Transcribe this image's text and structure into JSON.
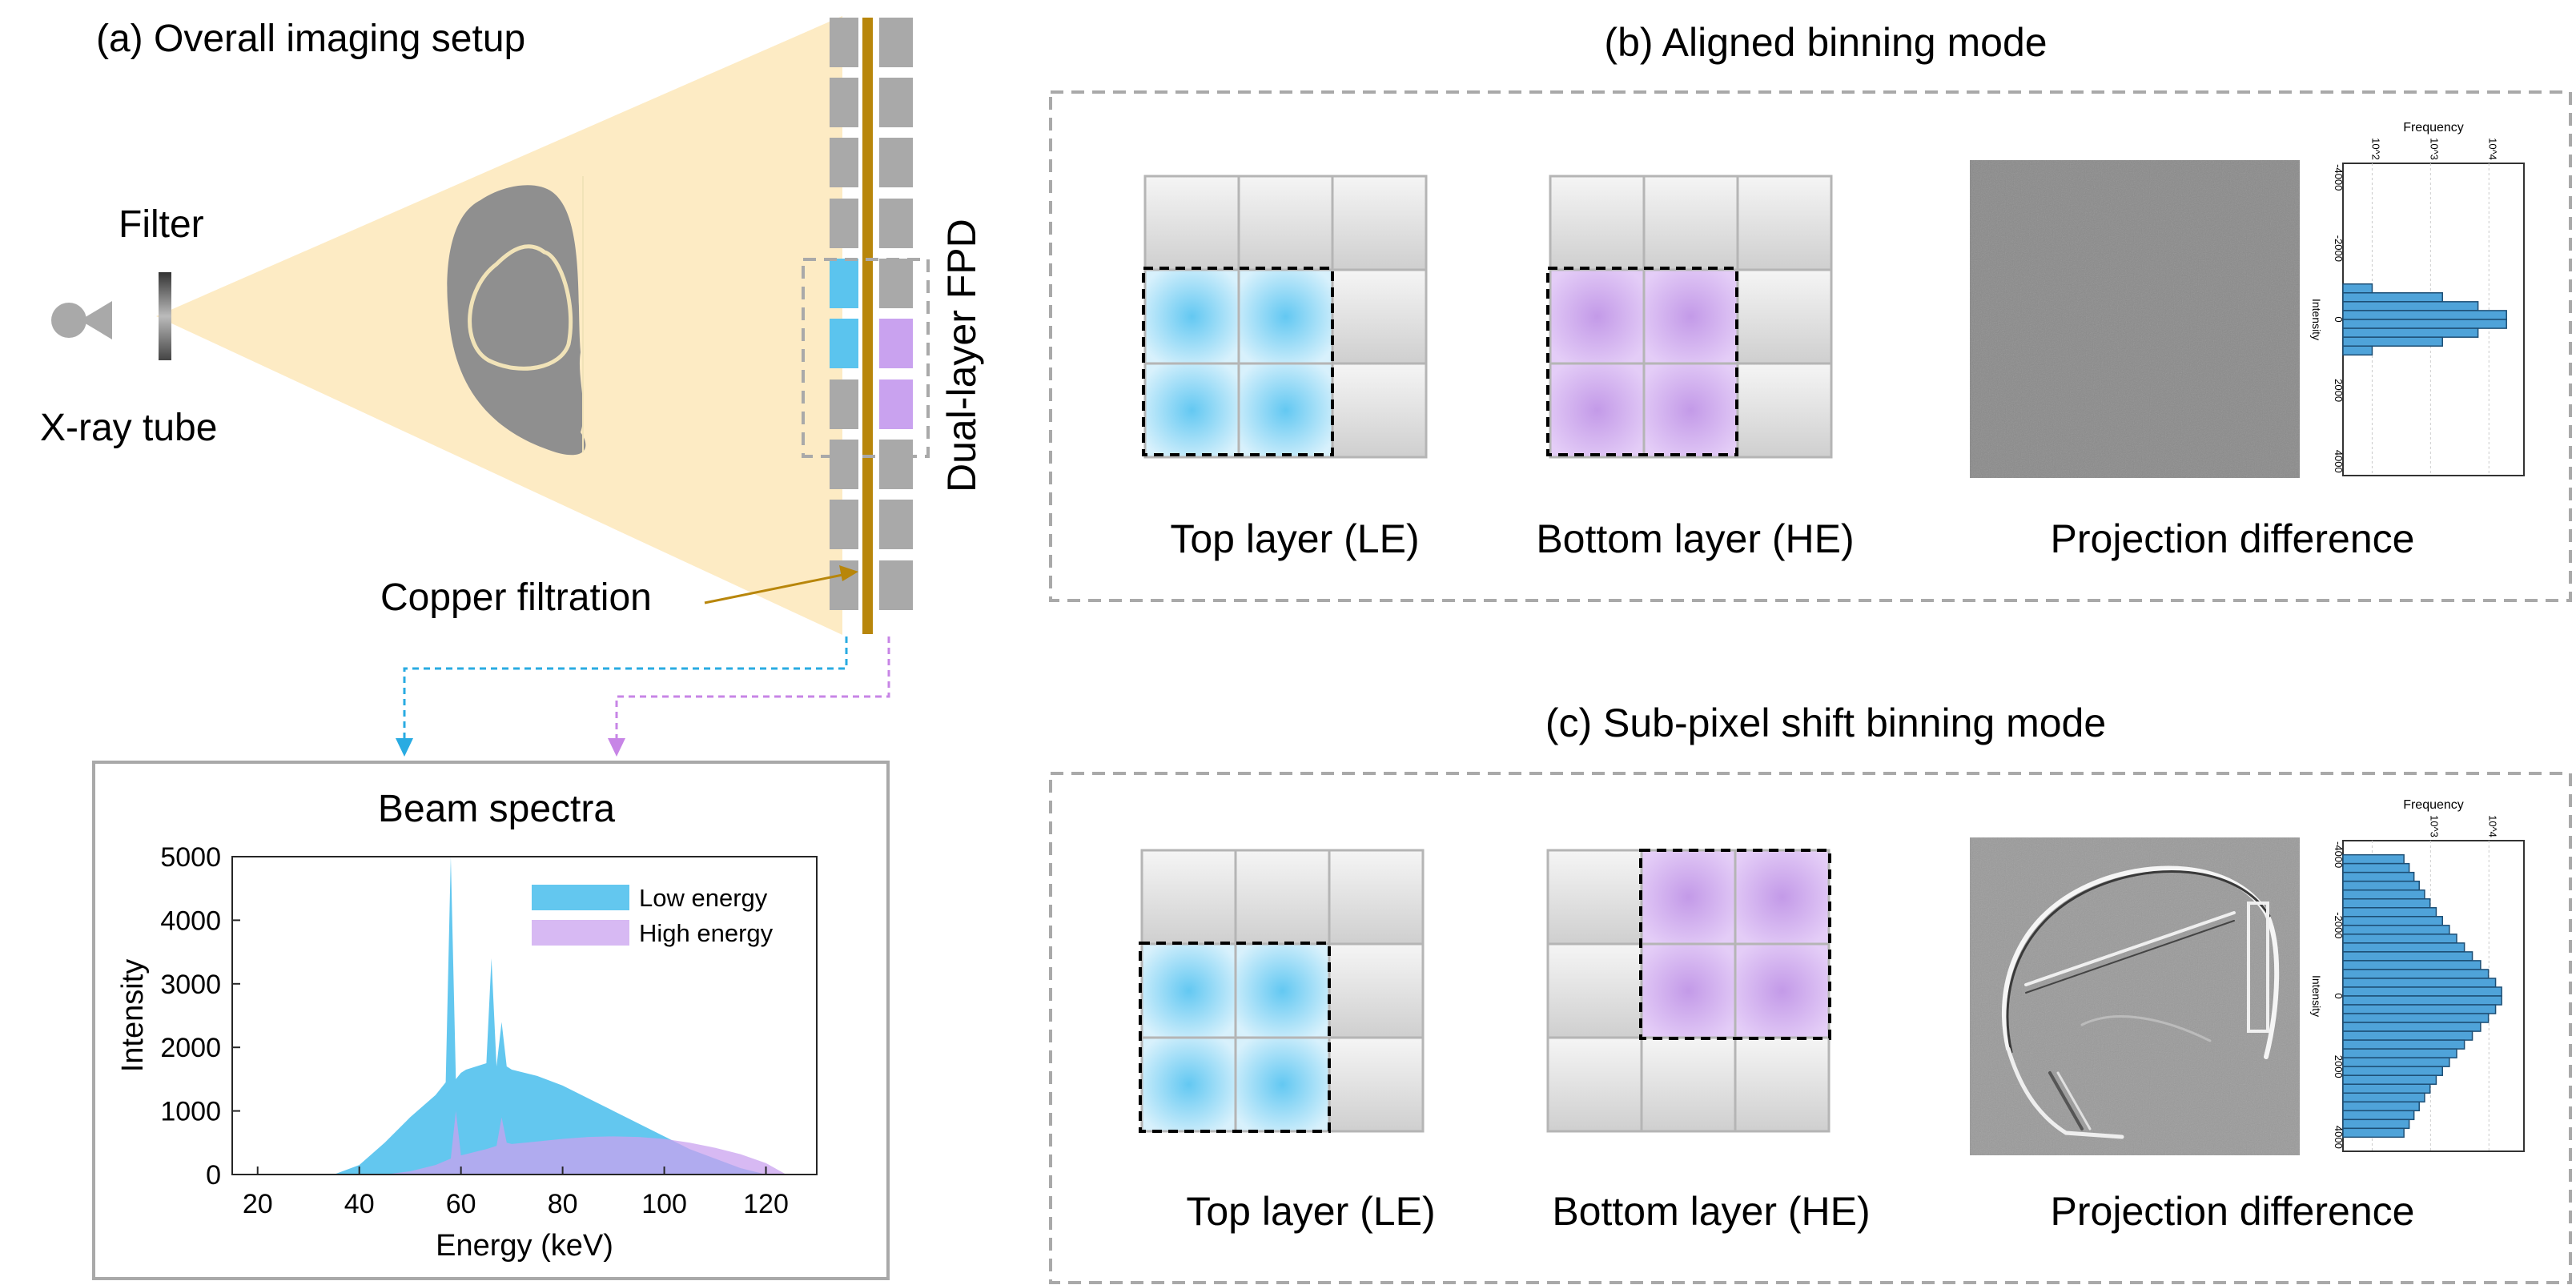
{
  "panel_a": {
    "title": "(a) Overall imaging setup",
    "filter_label": "Filter",
    "tube_label": "X-ray tube",
    "detector_label": "Dual-layer FPD",
    "copper_label": "Copper filtration"
  },
  "spectra": {
    "title": "Beam spectra",
    "xlabel": "Energy (keV)",
    "ylabel": "Intensity",
    "legend": [
      "Low energy",
      "High energy"
    ]
  },
  "panel_b": {
    "title": "(b) Aligned binning mode",
    "top_caption": "Top layer (LE)",
    "bottom_caption": "Bottom layer (HE)",
    "diff_caption": "Projection difference",
    "hist_top_label": "Frequency",
    "hist_side_label": "Intensity"
  },
  "panel_c": {
    "title": "(c) Sub-pixel shift binning mode",
    "top_caption": "Top layer (LE)",
    "bottom_caption": "Bottom layer (HE)",
    "diff_caption": "Projection difference",
    "hist_top_label": "Frequency",
    "hist_side_label": "Intensity"
  },
  "colors": {
    "low_energy": "#5bc4ee",
    "high_energy": "#c9a2ef",
    "beam": "#fdebc4",
    "copper": "#b8860b",
    "dashed": "#a9a9a9"
  },
  "chart_data": [
    {
      "type": "area",
      "title": "Beam spectra",
      "xlabel": "Energy (keV)",
      "ylabel": "Intensity",
      "xlim": [
        15,
        130
      ],
      "ylim": [
        0,
        5000
      ],
      "xticks": [
        20,
        40,
        60,
        80,
        100,
        120
      ],
      "yticks": [
        0,
        1000,
        2000,
        3000,
        4000,
        5000
      ],
      "legend_position": "top-right",
      "series": [
        {
          "name": "Low energy",
          "x": [
            35,
            40,
            45,
            50,
            55,
            57,
            58,
            59,
            60,
            61,
            65,
            66,
            67,
            68,
            69,
            70,
            75,
            80,
            85,
            90,
            95,
            100,
            105,
            110,
            115,
            120
          ],
          "y": [
            0,
            150,
            500,
            900,
            1250,
            1450,
            5000,
            1500,
            1600,
            1650,
            1750,
            3400,
            1700,
            2400,
            1700,
            1650,
            1550,
            1400,
            1200,
            1000,
            800,
            600,
            400,
            250,
            100,
            0
          ]
        },
        {
          "name": "High energy",
          "x": [
            45,
            50,
            55,
            58,
            59,
            60,
            65,
            67,
            68,
            69,
            70,
            75,
            80,
            85,
            90,
            95,
            100,
            105,
            110,
            115,
            120,
            124
          ],
          "y": [
            0,
            50,
            150,
            250,
            1000,
            300,
            400,
            450,
            900,
            500,
            480,
            520,
            560,
            590,
            600,
            590,
            560,
            500,
            420,
            320,
            180,
            0
          ]
        }
      ]
    },
    {
      "type": "bar",
      "title": "Projection difference histogram (b)",
      "xlabel": "Frequency",
      "ylabel": "Intensity",
      "x_scale": "log",
      "xticks": [
        "10^2",
        "10^3",
        "10^4"
      ],
      "yticks": [
        -4000,
        -2000,
        0,
        2000,
        4000
      ],
      "bins": [
        -1000,
        -750,
        -500,
        -250,
        0,
        250,
        500,
        750
      ],
      "values": [
        100,
        1600,
        6500,
        20000,
        20000,
        6500,
        1600,
        100
      ]
    },
    {
      "type": "bar",
      "title": "Projection difference histogram (c)",
      "xlabel": "Frequency",
      "ylabel": "Intensity",
      "x_scale": "log",
      "xticks": [
        "10^3",
        "10^4"
      ],
      "yticks": [
        -4000,
        -2000,
        0,
        2000,
        4000
      ],
      "bins": [
        -4000,
        -3750,
        -3500,
        -3250,
        -3000,
        -2750,
        -2500,
        -2250,
        -2000,
        -1750,
        -1500,
        -1250,
        -1000,
        -750,
        -500,
        -250,
        0,
        250,
        500,
        750,
        1000,
        1250,
        1500,
        1750,
        2000,
        2250,
        2500,
        2750,
        3000,
        3250,
        3500,
        3750
      ],
      "values": [
        350,
        430,
        520,
        640,
        790,
        980,
        1250,
        1600,
        2100,
        2800,
        3800,
        5200,
        7200,
        9800,
        13000,
        16500,
        16500,
        13000,
        9800,
        7200,
        5200,
        3800,
        2800,
        2100,
        1600,
        1250,
        980,
        790,
        640,
        520,
        430,
        350
      ]
    }
  ]
}
